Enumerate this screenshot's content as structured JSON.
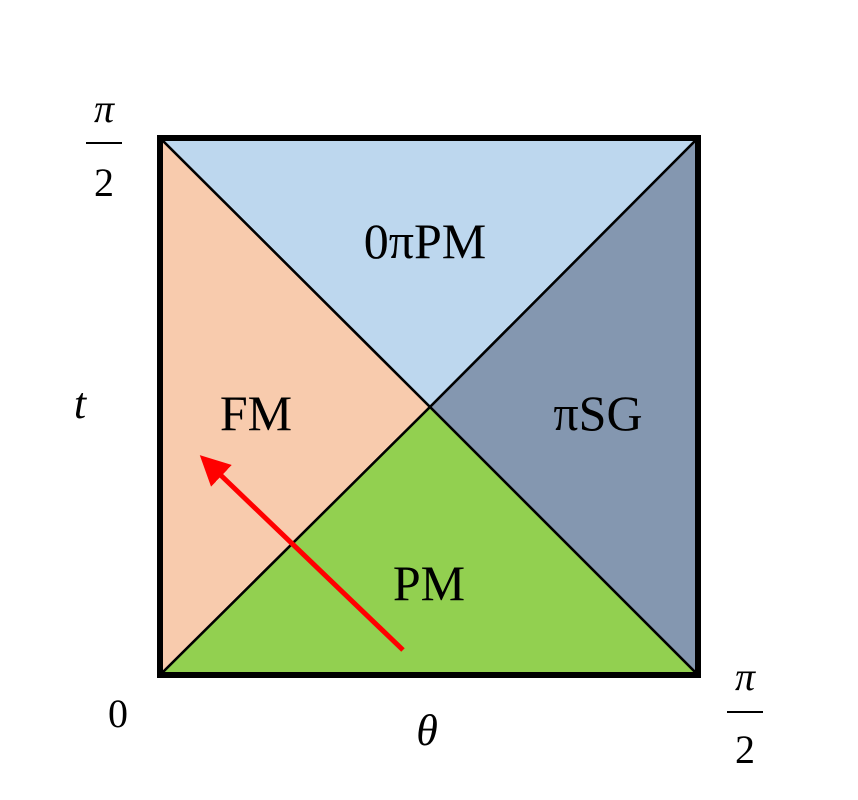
{
  "regions": {
    "top": {
      "label": "0πPM",
      "color": "#BDD7EE"
    },
    "left": {
      "label": "FM",
      "color": "#F8CBAD"
    },
    "right": {
      "label": "πSG",
      "color": "#8497B0"
    },
    "bottom": {
      "label": "PM",
      "color": "#92D050"
    }
  },
  "axes": {
    "x_label": "θ",
    "y_label": "t",
    "origin_label": "0",
    "y_max": {
      "numerator": "π",
      "denominator": "2"
    },
    "x_max": {
      "numerator": "π",
      "denominator": "2"
    }
  },
  "arrow": {
    "color": "#FF0000"
  }
}
